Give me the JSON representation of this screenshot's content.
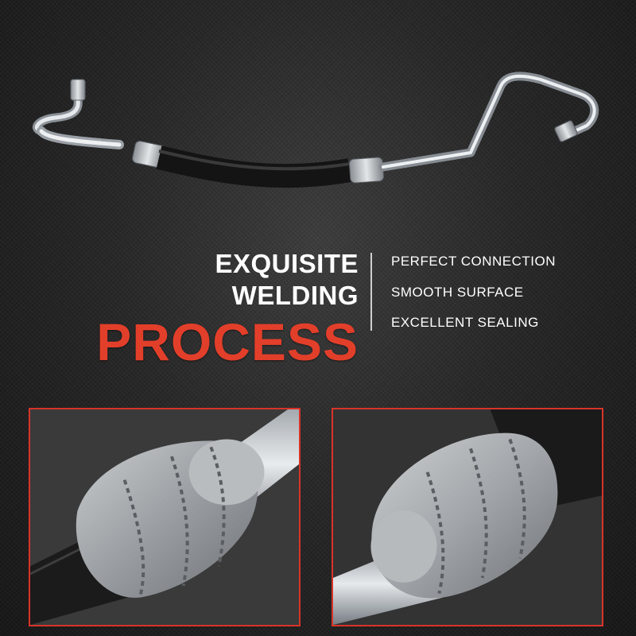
{
  "headline": {
    "line1": "EXQUISITE WELDING",
    "line2": "PROCESS"
  },
  "features": [
    "PERFECT CONNECTION",
    "SMOOTH SURFACE",
    "EXCELLENT SEALING"
  ],
  "colors": {
    "accent_red": "#e23f2b",
    "panel_border": "#d7342a",
    "background": "#2a2a2a",
    "text": "#ffffff"
  }
}
